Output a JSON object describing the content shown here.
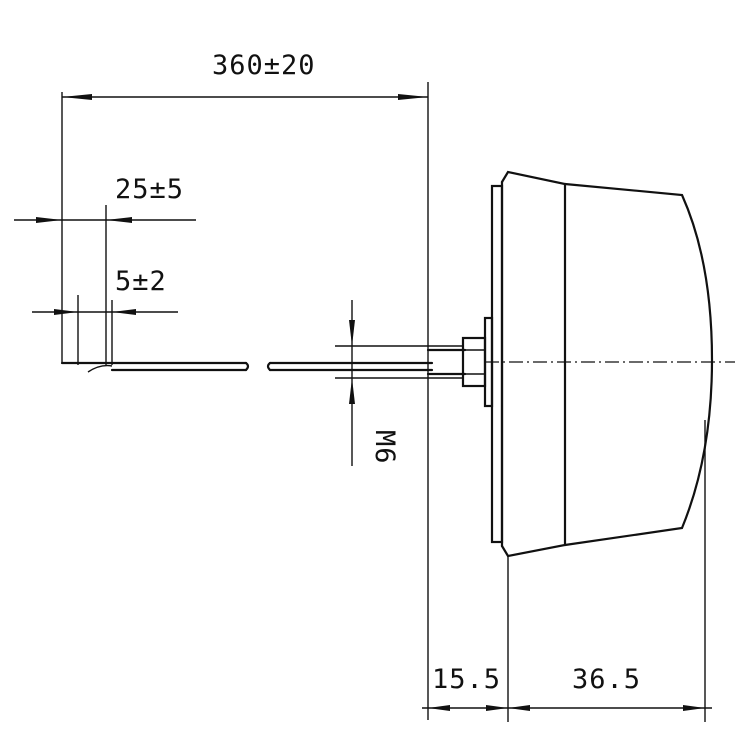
{
  "dimensions": {
    "overall_cable_length": "360±20",
    "strip_length": "25±5",
    "inner_strip_length": "5±2",
    "thread": "M6",
    "flange_depth": "15.5",
    "body_depth": "36.5"
  }
}
